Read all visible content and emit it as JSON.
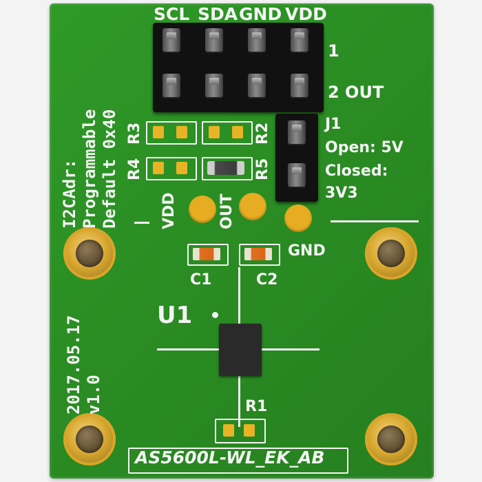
{
  "header_labels": [
    "SCL",
    "SDA",
    "GND",
    "VDD"
  ],
  "row_labels": {
    "row1": "1",
    "row2": "2 OUT"
  },
  "jumper": {
    "label": "J1",
    "open": "Open: 5V",
    "closed_line1": "Closed:",
    "closed_line2": "3V3"
  },
  "resistors": {
    "r1": "R1",
    "r2": "R2",
    "r3": "R3",
    "r4": "R4",
    "r5": "R5"
  },
  "capacitors": {
    "c1": "C1",
    "c2": "C2"
  },
  "chip_label": "U1",
  "testpoints": {
    "vdd": "VDD",
    "out": "OUT",
    "gnd": "GND"
  },
  "i2c_text": {
    "line1": "I2CAdr:",
    "line2": "Programmable",
    "line3": "Default 0x40"
  },
  "version_text": {
    "date": "2017.05.17",
    "version": "v1.0"
  },
  "board_name": "AS5600L-WL_EK_AB",
  "colors": {
    "pcb": "#2a8d23",
    "silk": "#f4f4f4",
    "pad": "#e8b325",
    "header": "#111111"
  }
}
